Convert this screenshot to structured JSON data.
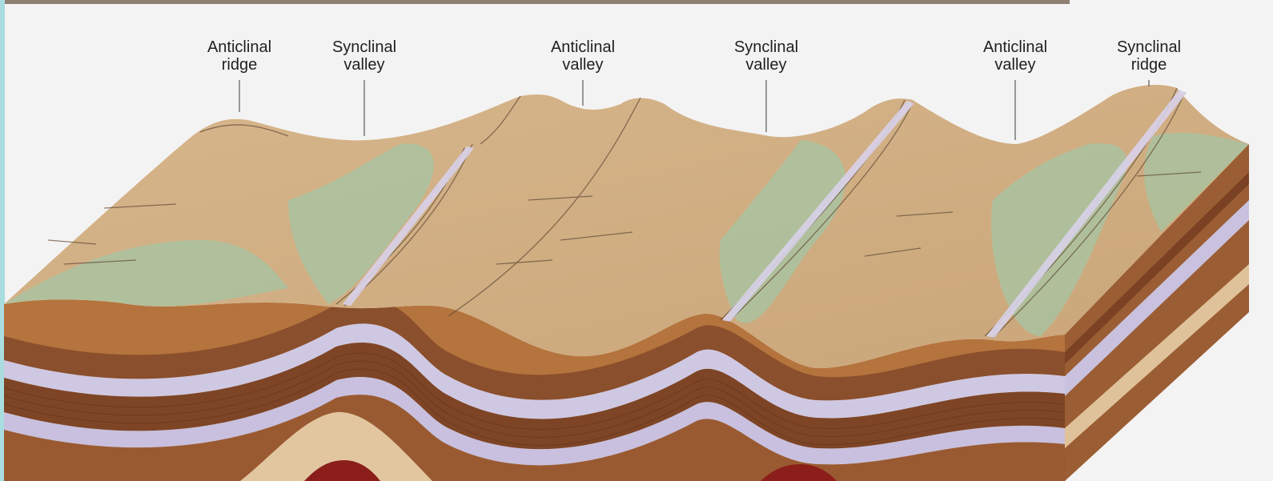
{
  "labels": [
    {
      "id": "anticlinal-ridge",
      "text": "Anticlinal\nridge"
    },
    {
      "id": "synclinal-valley-1",
      "text": "Synclinal\nvalley"
    },
    {
      "id": "anticlinal-valley-1",
      "text": "Anticlinal\nvalley"
    },
    {
      "id": "synclinal-valley-2",
      "text": "Synclinal\nvalley"
    },
    {
      "id": "anticlinal-valley-2",
      "text": "Anticlinal\nvalley"
    },
    {
      "id": "synclinal-ridge",
      "text": "Synclinal\nridge"
    }
  ],
  "colors": {
    "frame": "#a9dde0",
    "paper": "#f4f3f3",
    "sand": "#d9b98f",
    "green": "#a6c5a4",
    "brown": "#8a4f2c",
    "ochre": "#b9773a",
    "lavender": "#cfc8e2",
    "dark_red": "#8b1e1a"
  }
}
